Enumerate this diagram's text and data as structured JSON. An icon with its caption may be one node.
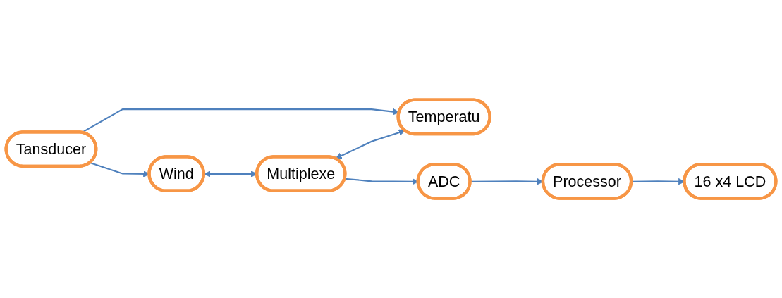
{
  "diagram": {
    "nodes": [
      {
        "text": [
          "Tansducer"
        ]
      },
      {
        "text": [
          "Wind"
        ]
      },
      {
        "text": [
          "Multiplexe"
        ]
      },
      {
        "text": [
          "Temperatu"
        ]
      },
      {
        "text": [
          "ADC"
        ]
      },
      {
        "text": [
          "Processor"
        ]
      },
      {
        "text": [
          "16 x4 LCD"
        ]
      }
    ],
    "edges": [
      {
        "from": 0,
        "to": 1,
        "arrow": "to"
      },
      {
        "from": 0,
        "to": 3,
        "arrow": "to"
      },
      {
        "from": 1,
        "to": 2,
        "arrow": "both"
      },
      {
        "from": 2,
        "to": 3,
        "arrow": "both"
      },
      {
        "from": 2,
        "to": 4,
        "arrow": "to"
      },
      {
        "from": 4,
        "to": 5,
        "arrow": "to"
      },
      {
        "from": 5,
        "to": 6,
        "arrow": "to"
      }
    ]
  }
}
